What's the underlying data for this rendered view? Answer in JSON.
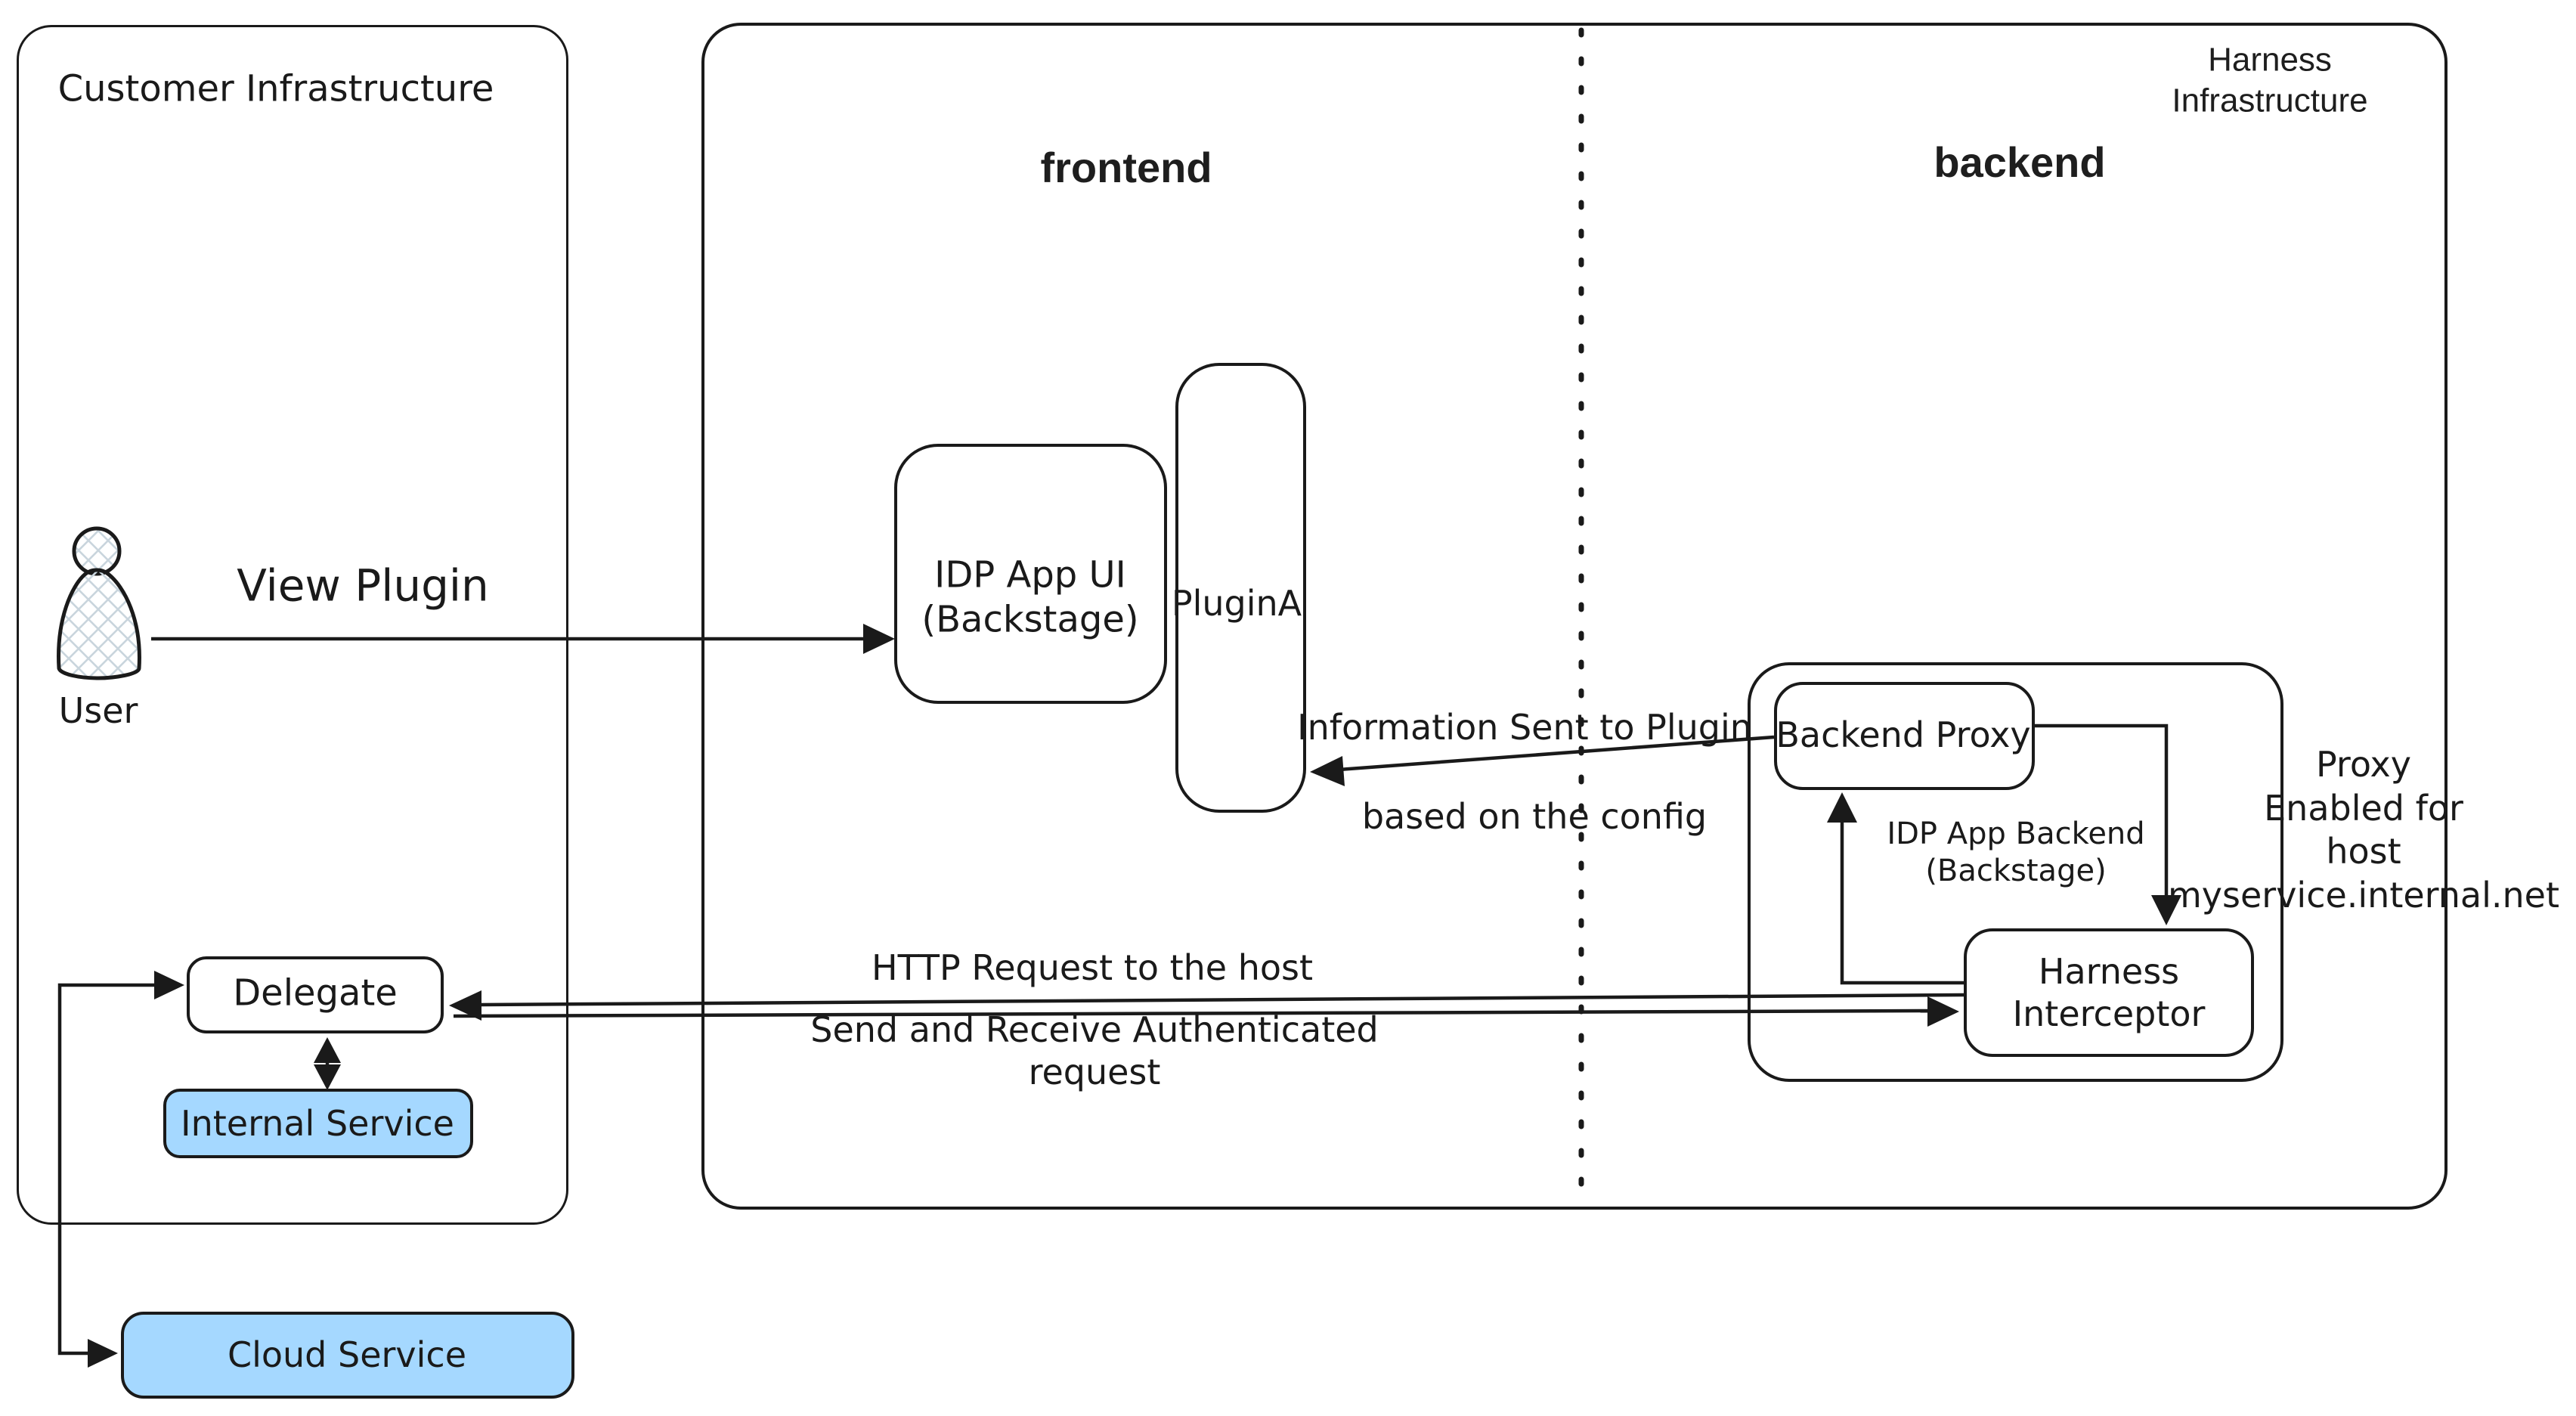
{
  "regions": {
    "customer": {
      "label": "Customer Infrastructure"
    },
    "harness": {
      "label": "Harness Infrastructure"
    },
    "frontend_label": "frontend",
    "backend_label": "backend"
  },
  "nodes": {
    "user": {
      "label": "User"
    },
    "idp_app_ui": {
      "label": "IDP App UI\n(Backstage)"
    },
    "plugin_a": {
      "label": "PluginA"
    },
    "backend_proxy": {
      "label": "Backend Proxy"
    },
    "idp_app_backend": {
      "label": "IDP App Backend\n(Backstage)"
    },
    "harness_interceptor": {
      "label": "Harness\nInterceptor"
    },
    "delegate": {
      "label": "Delegate"
    },
    "internal_service": {
      "label": "Internal Service"
    },
    "cloud_service": {
      "label": "Cloud Service"
    }
  },
  "annotations": {
    "view_plugin": "View Plugin",
    "info_sent_line1": "Information Sent to Plugin",
    "info_sent_line2": "based on the config",
    "http_request": "HTTP Request to the host",
    "send_receive": "Send and Receive Authenticated\nrequest",
    "proxy_enabled": "Proxy\nEnabled for\nhost myservice.internal.net"
  },
  "colors": {
    "ink": "#1a1a1a",
    "service_fill": "#a5d8ff",
    "background": "#ffffff",
    "hatch": "#c9d5dd"
  }
}
